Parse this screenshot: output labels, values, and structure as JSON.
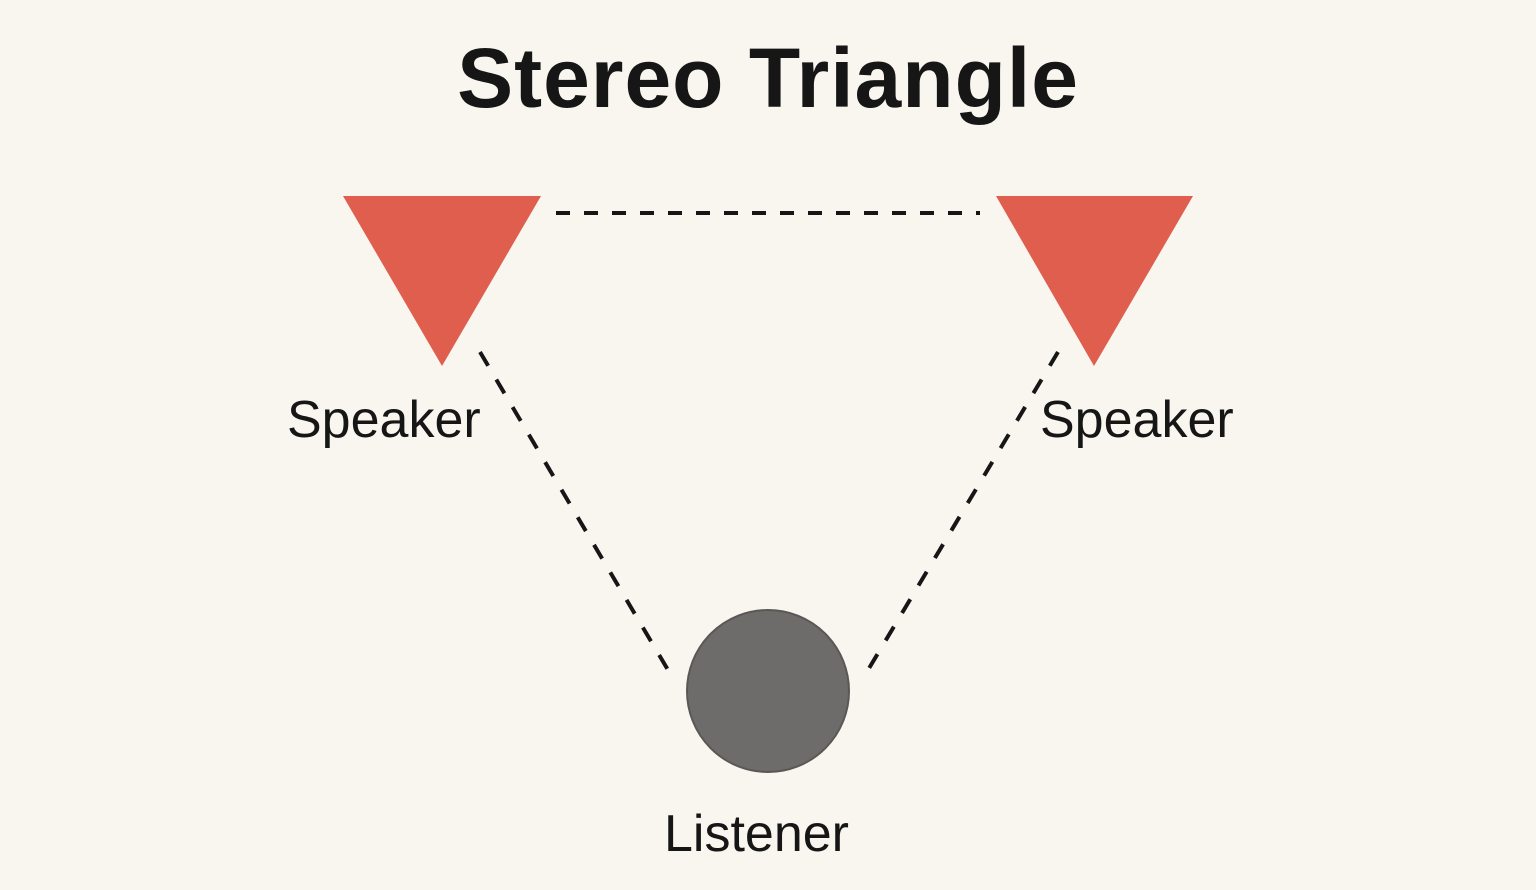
{
  "title": "Stereo Triangle",
  "speaker_left": {
    "label": "Speaker"
  },
  "speaker_right": {
    "label": "Speaker"
  },
  "listener": {
    "label": "Listener"
  },
  "colors": {
    "speaker": "#df5e4e",
    "listener": "#6e6c6a",
    "line": "#161616",
    "background": "#f9f6f0"
  }
}
